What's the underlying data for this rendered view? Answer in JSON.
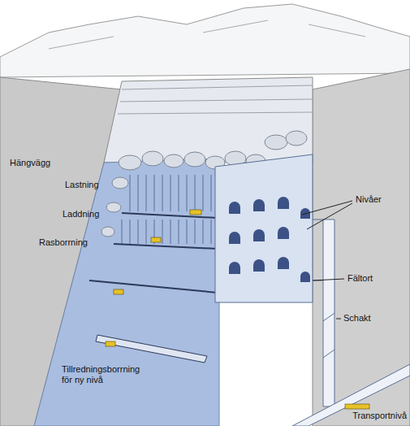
{
  "diagram": {
    "labels": [
      "Hängvägg",
      "Lastning",
      "Laddning",
      "Rasborrning",
      "Nivåer",
      "Fältort",
      "Schakt",
      "Tillredningsborrning för ny nivå",
      "Transportnivå"
    ]
  }
}
